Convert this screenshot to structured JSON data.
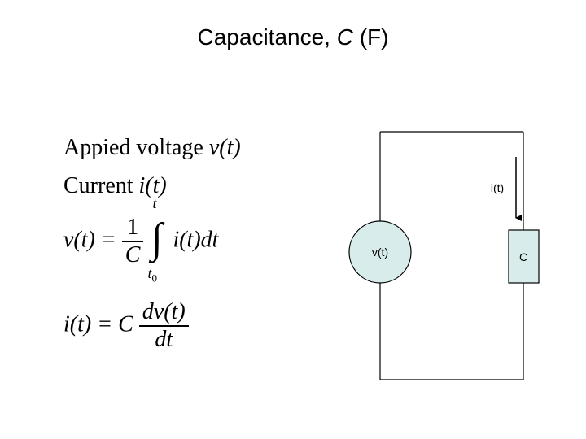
{
  "title": {
    "prefix": "Capacitance, ",
    "symbol": "C",
    "unit": " (F)"
  },
  "text": {
    "applied_label": "Appied voltage ",
    "applied_var": "v(t)",
    "current_label": "Current ",
    "current_var": "i(t)"
  },
  "equations": {
    "eq1_lhs": "v(t) =",
    "eq1_num": "1",
    "eq1_den": "C",
    "eq1_upper": "t",
    "eq1_lower": "t",
    "eq1_lower_sub": "0",
    "eq1_integrand": "i(t)dt",
    "eq2_lhs": "i(t) = C",
    "eq2_num": "dv(t)",
    "eq2_den": "dt"
  },
  "circuit": {
    "source_label": "v(t)",
    "capacitor_label": "C",
    "current_label": "i(t)",
    "source_fill": "#d9ecec",
    "capacitor_fill": "#d9ecec",
    "wire_color": "#000000"
  }
}
